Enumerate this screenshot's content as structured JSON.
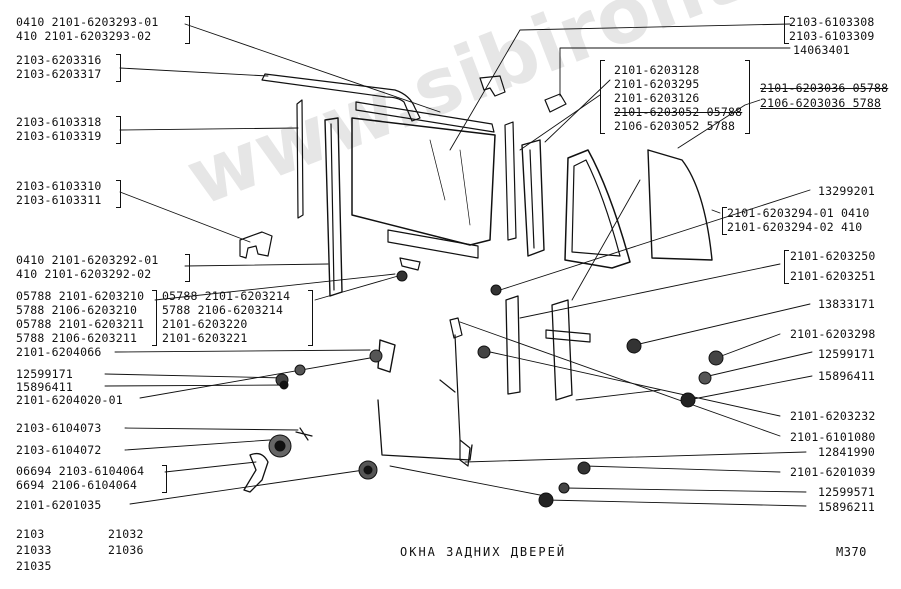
{
  "watermark": "www.sibiront.co.kz",
  "title": "ОКНА ЗАДНИХ ДВЕРЕЙ",
  "sheet_code": "М370",
  "models": [
    "2103",
    "21032",
    "21033",
    "21036",
    "21035"
  ],
  "left_labels": [
    {
      "id": "l1a",
      "text": "0410  2101-6203293-01"
    },
    {
      "id": "l1b",
      "text": "410   2101-6203293-02"
    },
    {
      "id": "l2a",
      "text": "2103-6203316"
    },
    {
      "id": "l2b",
      "text": "2103-6203317"
    },
    {
      "id": "l3a",
      "text": "2103-6103318"
    },
    {
      "id": "l3b",
      "text": "2103-6103319"
    },
    {
      "id": "l4a",
      "text": "2103-6103310"
    },
    {
      "id": "l4b",
      "text": "2103-6103311"
    },
    {
      "id": "l5a",
      "text": "0410  2101-6203292-01"
    },
    {
      "id": "l5b",
      "text": "410   2101-6203292-02"
    },
    {
      "id": "l6a",
      "text": "05788 2101-6203210"
    },
    {
      "id": "l6b",
      "text": "5788  2106-6203210"
    },
    {
      "id": "l6c",
      "text": "05788 2101-6203211"
    },
    {
      "id": "l6d",
      "text": "5788  2106-6203211"
    },
    {
      "id": "l7a",
      "text": "05788  2101-6203214"
    },
    {
      "id": "l7b",
      "text": "5788   2106-6203214"
    },
    {
      "id": "l7c",
      "text": "2101-6203220"
    },
    {
      "id": "l7d",
      "text": "2101-6203221"
    },
    {
      "id": "l8",
      "text": "2101-6204066"
    },
    {
      "id": "l9",
      "text": "12599171"
    },
    {
      "id": "l10",
      "text": "15896411"
    },
    {
      "id": "l11",
      "text": "2101-6204020-01"
    },
    {
      "id": "l12",
      "text": "2103-6104073"
    },
    {
      "id": "l13",
      "text": "2103-6104072"
    },
    {
      "id": "l14a",
      "text": "06694 2103-6104064"
    },
    {
      "id": "l14b",
      "text": "6694   2106-6104064"
    },
    {
      "id": "l15",
      "text": "2101-6201035"
    }
  ],
  "right_labels": [
    {
      "id": "r1a",
      "text": "2103-6103308"
    },
    {
      "id": "r1b",
      "text": "2103-6103309"
    },
    {
      "id": "r2",
      "text": "14063401"
    },
    {
      "id": "r3a",
      "text": "2101-6203128"
    },
    {
      "id": "r3b",
      "text": "2101-6203295"
    },
    {
      "id": "r3c",
      "text": "2101-6203126"
    },
    {
      "id": "r3d",
      "text": "2101-6203052 05788"
    },
    {
      "id": "r3e",
      "text": "2106-6203052  5788"
    },
    {
      "id": "r4a",
      "text": "2101-6203036 05788"
    },
    {
      "id": "r4b",
      "text": "2106-6203036  5788"
    },
    {
      "id": "r5",
      "text": "13299201"
    },
    {
      "id": "r6a",
      "text": "2101-6203294-01 0410"
    },
    {
      "id": "r6b",
      "text": "2101-6203294-02  410"
    },
    {
      "id": "r7a",
      "text": "2101-6203250"
    },
    {
      "id": "r7b",
      "text": "2101-6203251"
    },
    {
      "id": "r8",
      "text": "13833171"
    },
    {
      "id": "r9",
      "text": "2101-6203298"
    },
    {
      "id": "r10",
      "text": "12599171"
    },
    {
      "id": "r11",
      "text": "15896411"
    },
    {
      "id": "r12",
      "text": "2101-6203232"
    },
    {
      "id": "r13",
      "text": "2101-6101080"
    },
    {
      "id": "r14",
      "text": "12841990"
    },
    {
      "id": "r15",
      "text": "2101-6201039"
    },
    {
      "id": "r16",
      "text": "12599571"
    },
    {
      "id": "r17",
      "text": "15896211"
    }
  ]
}
